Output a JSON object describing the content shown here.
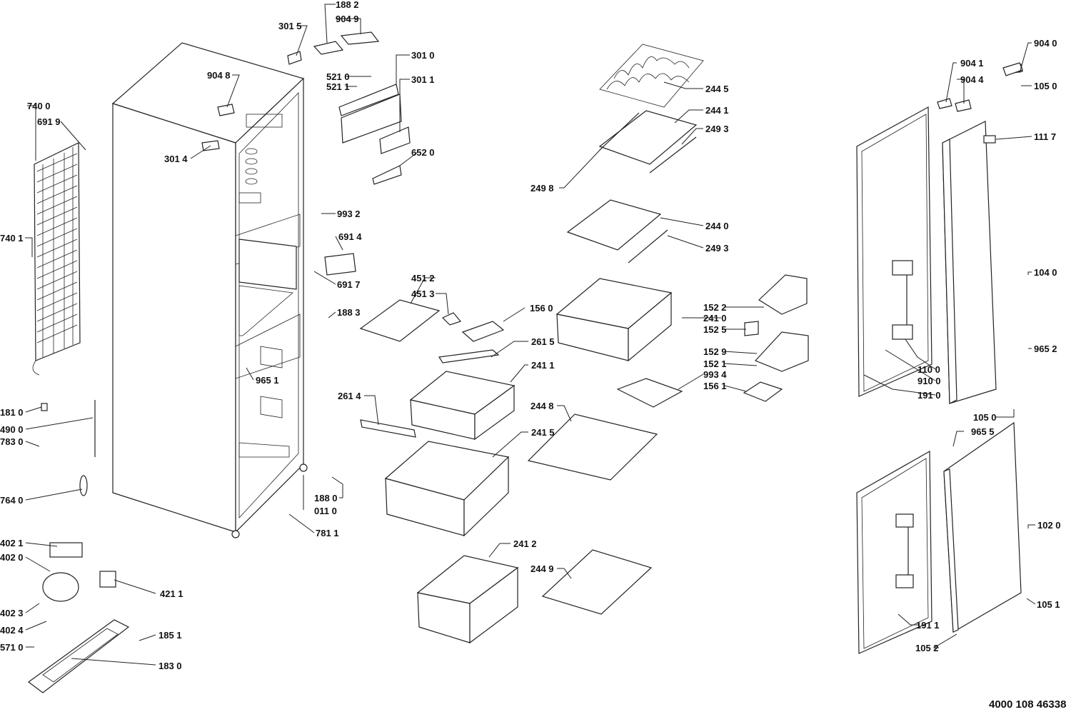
{
  "labels": {
    "p188_2": "188 2",
    "p904_9": "904 9",
    "p301_5": "301 5",
    "p301_0": "301 0",
    "p521_0": "521 0",
    "p521_1": "521 1",
    "p301_1": "301 1",
    "p904_8": "904 8",
    "p740_0": "740 0",
    "p691_9": "691 9",
    "p301_4": "301 4",
    "p652_0": "652 0",
    "p740_1": "740 1",
    "p993_2": "993 2",
    "p691_4": "691 4",
    "p691_7": "691 7",
    "p188_3": "188 3",
    "p965_1": "965 1",
    "p181_0": "181 0",
    "p490_0": "490 0",
    "p783_0": "783 0",
    "p764_0": "764 0",
    "p188_0": "188 0",
    "p011_0": "011 0",
    "p781_1": "781 1",
    "p402_1": "402 1",
    "p402_0": "402 0",
    "p421_1": "421 1",
    "p402_3": "402 3",
    "p402_4": "402 4",
    "p185_1": "185 1",
    "p571_0": "571 0",
    "p183_0": "183 0",
    "p244_5": "244 5",
    "p244_1": "244 1",
    "p249_3a": "249 3",
    "p249_8": "249 8",
    "p244_0": "244 0",
    "p249_3b": "249 3",
    "p451_2": "451 2",
    "p451_3": "451 3",
    "p156_0": "156 0",
    "p261_5": "261 5",
    "p241_1": "241 1",
    "p261_4": "261 4",
    "p244_8": "244 8",
    "p241_5": "241 5",
    "p241_2": "241 2",
    "p244_9": "244 9",
    "p152_2": "152 2",
    "p241_0": "241 0",
    "p152_5": "152 5",
    "p152_9": "152 9",
    "p152_1": "152 1",
    "p993_4": "993 4",
    "p156_1": "156 1",
    "p904_0": "904 0",
    "p904_1": "904 1",
    "p904_4": "904 4",
    "p105_0a": "105 0",
    "p111_7": "111 7",
    "p104_0": "104 0",
    "p965_2": "965 2",
    "p110_0": "110 0",
    "p910_0": "910 0",
    "p191_0": "191 0",
    "p105_0b": "105 0",
    "p965_5": "965 5",
    "p102_0": "102 0",
    "p105_1": "105 1",
    "p191_1": "191 1",
    "p105_2": "105 2"
  },
  "reference_number": "4000 108 46338"
}
